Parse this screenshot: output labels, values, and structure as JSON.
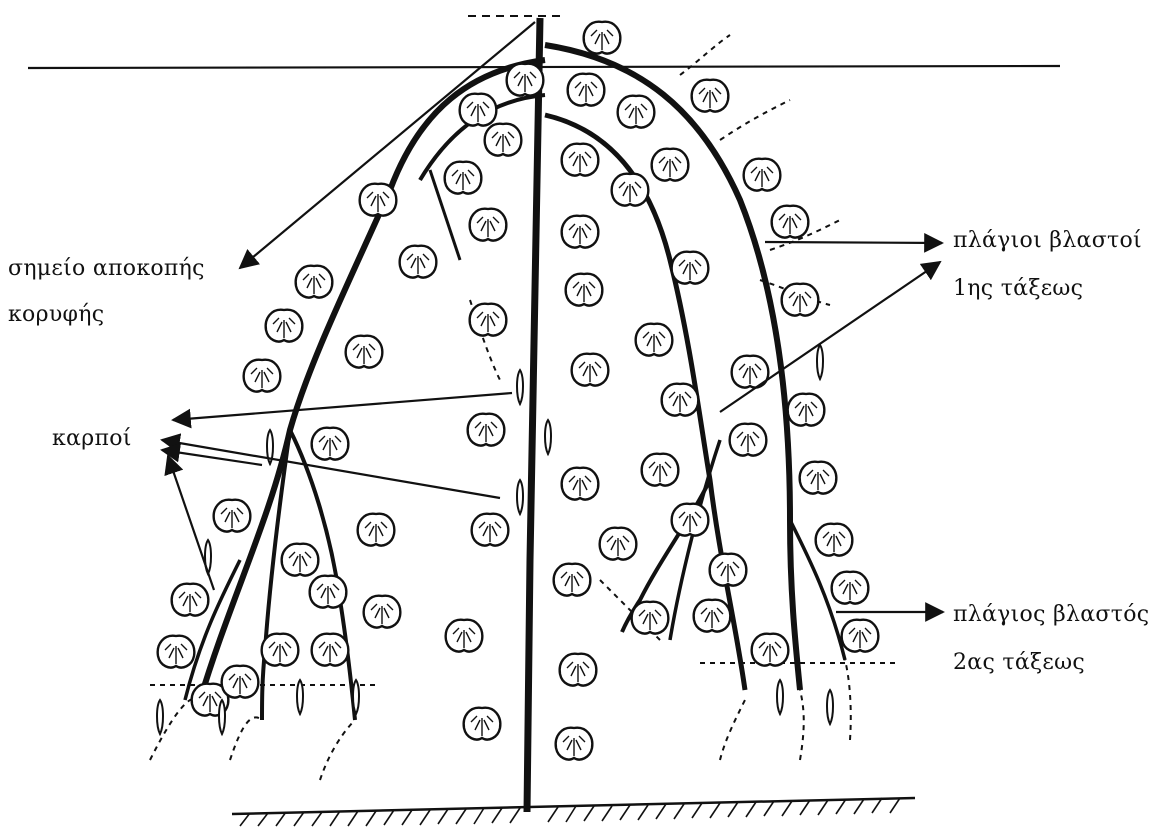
{
  "labels": {
    "cut_point_line1": "σημείο αποκοπής",
    "cut_point_line2": "κορυφής",
    "fruits": "καρποί",
    "lateral_first_line1": "πλάγιοι βλαστοί",
    "lateral_first_line2": "1ης τάξεως",
    "lateral_second_line1": "πλάγιος βλαστός",
    "lateral_second_line2": "2ας τάξεως"
  },
  "colors": {
    "ink": "#111111",
    "background": "#ffffff"
  }
}
